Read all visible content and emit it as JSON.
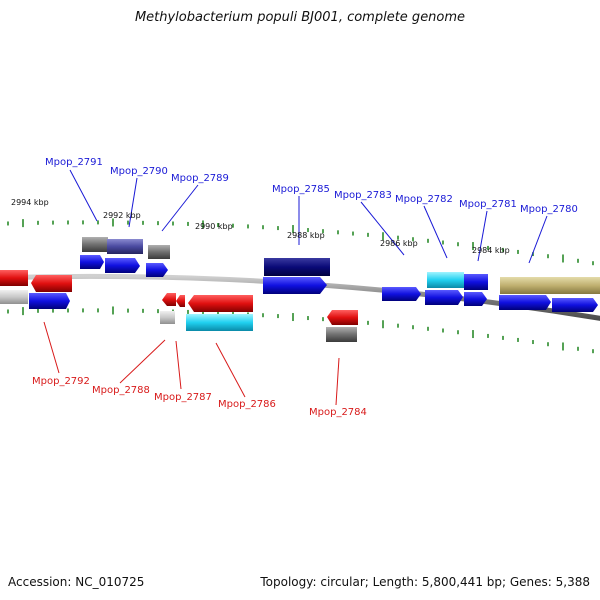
{
  "title": "Methylobacterium populi BJ001, complete genome",
  "footer": {
    "accession": "Accession: NC_010725",
    "summary": "Topology: circular; Length: 5,800,441 bp; Genes: 5,388"
  },
  "scale_labels": [
    "2994 kbp",
    "2992 kbp",
    "2990 kbp",
    "2988 kbp",
    "2986 kbp",
    "2984 kbp"
  ],
  "top_labels": [
    "Mpop_2791",
    "Mpop_2790",
    "Mpop_2789",
    "Mpop_2785",
    "Mpop_2783",
    "Mpop_2782",
    "Mpop_2781",
    "Mpop_2780"
  ],
  "bottom_labels": [
    "Mpop_2792",
    "Mpop_2788",
    "Mpop_2787",
    "Mpop_2786",
    "Mpop_2784"
  ],
  "colors": {
    "forward_gene": "#1010e0",
    "reverse_gene": "#e01010",
    "top_label": "#1a1ad6",
    "bottom_label": "#d81a1a",
    "backbone": "#8a8a8a",
    "tick": "#2a8a2a",
    "feature_navy": "#0a0a78",
    "feature_cyan": "#20d0f0",
    "feature_olive": "#c0b070",
    "feature_gray": "#707070",
    "feature_slate": "#4a4aa0"
  }
}
